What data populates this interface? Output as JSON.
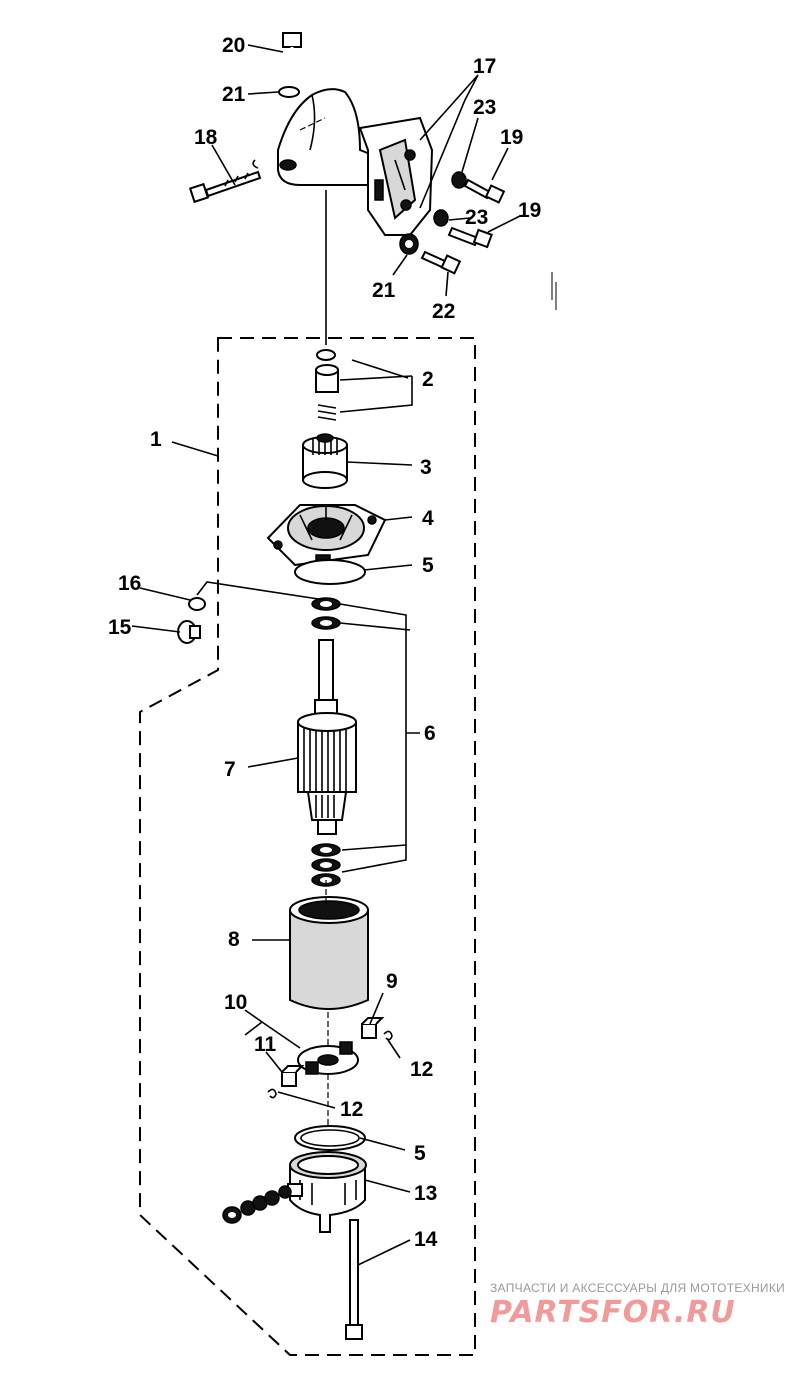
{
  "callouts": {
    "c1": "1",
    "c2": "2",
    "c3": "3",
    "c4": "4",
    "c5a": "5",
    "c5b": "5",
    "c6": "6",
    "c7": "7",
    "c8": "8",
    "c9": "9",
    "c10": "10",
    "c11": "11",
    "c12a": "12",
    "c12b": "12",
    "c13": "13",
    "c14": "14",
    "c15": "15",
    "c16": "16",
    "c17": "17",
    "c18": "18",
    "c19a": "19",
    "c19b": "19",
    "c20": "20",
    "c21a": "21",
    "c21b": "21",
    "c22": "22",
    "c23a": "23",
    "c23b": "23"
  },
  "watermark": {
    "tagline": "ЗАПЧАСТИ И АКСЕССУАРЫ ДЛЯ МОТОТЕХНИКИ",
    "logo": "PARTSFOR.RU"
  }
}
